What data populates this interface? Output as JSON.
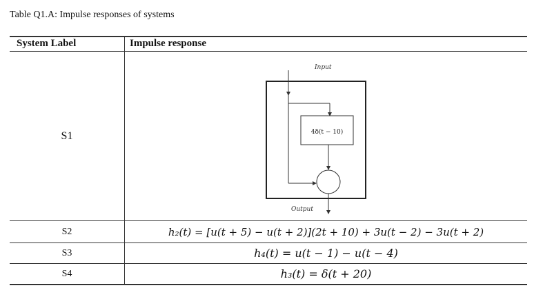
{
  "caption": "Table Q1.A: Impulse responses of systems",
  "table": {
    "headers": {
      "system_label": "System Label",
      "impulse_response": "Impulse response"
    },
    "rows": [
      {
        "label": "S1",
        "response": ""
      },
      {
        "label": "S2",
        "response": "h₂(t) = [u(t + 5) − u(t + 2)](2t + 10) + 3u(t − 2) − 3u(t + 2)"
      },
      {
        "label": "S3",
        "response": "h₄(t) = u(t − 1) − u(t − 4)"
      },
      {
        "label": "S4",
        "response": "h₃(t) = δ(t + 20)"
      }
    ]
  },
  "diagram": {
    "input_label": "Input",
    "output_label": "Output",
    "block_label": "4δ(t − 10)"
  }
}
